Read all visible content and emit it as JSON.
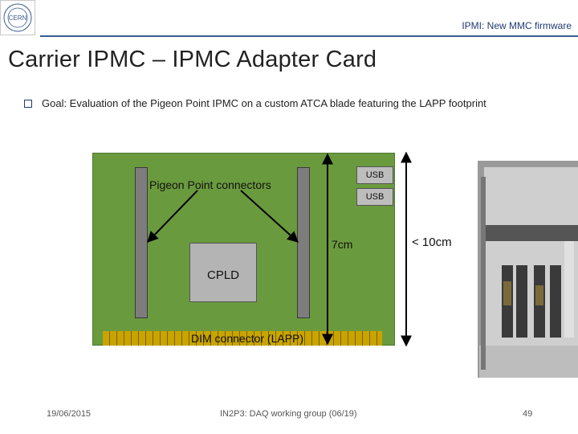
{
  "header": {
    "text": "IPMI: New MMC firmware",
    "logo_text": "CERN"
  },
  "title": "Carrier IPMC – IPMC Adapter Card",
  "bullet": {
    "text": "Goal: Evaluation of the Pigeon Point IPMC on a custom ATCA blade featuring the LAPP footprint"
  },
  "diagram": {
    "pigeon_label": "Pigeon Point connectors",
    "usb_top": "USB",
    "usb_bottom": "USB",
    "seven_cm": "7cm",
    "ten_cm": "< 10cm",
    "cpld": "CPLD",
    "dim_connector": "DIM connector (LAPP)"
  },
  "footer": {
    "date": "19/06/2015",
    "center": "IN2P3: DAQ working group (06/19)",
    "page": "49"
  },
  "colors": {
    "board": "#6a9a3e",
    "accent": "#1f3a73",
    "dim": "#c9a400"
  }
}
